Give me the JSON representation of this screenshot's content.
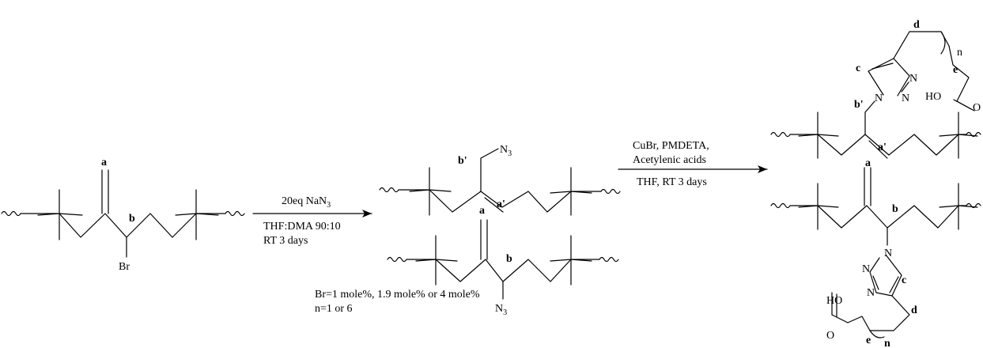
{
  "labels": {
    "a": "a",
    "b": "b",
    "a_prime": "a'",
    "b_prime": "b'",
    "c": "c",
    "d": "d",
    "e": "e",
    "n": "n"
  },
  "atoms": {
    "br": "Br",
    "n": "N",
    "n3": "N",
    "n3_sub": "3",
    "ho": "HO",
    "o": "O"
  },
  "step1": {
    "reagent": "20eq NaN",
    "reagent_sub": "3",
    "solvent": "THF:DMA 90:10",
    "conditions": "RT 3 days"
  },
  "step2": {
    "reagent1": "CuBr, PMDETA,",
    "reagent2": "Acetylenic acids",
    "conditions": "THF, RT 3 days"
  },
  "notes": {
    "loading": "Br=1 mole%, 1.9 mole% or 4 mole%",
    "n_values": "n=1 or 6"
  }
}
